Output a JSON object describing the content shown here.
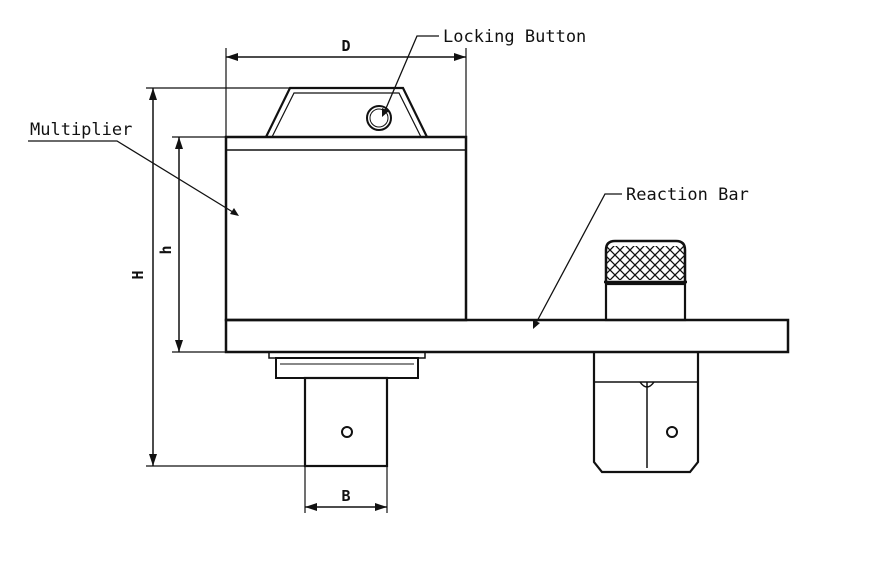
{
  "labels": {
    "locking_button": "Locking Button",
    "multiplier": "Multiplier",
    "reaction_bar": "Reaction Bar"
  },
  "dimensions": {
    "D": "D",
    "H": "H",
    "h": "h",
    "B": "B"
  },
  "colors": {
    "line": "#111111",
    "background": "#ffffff"
  }
}
